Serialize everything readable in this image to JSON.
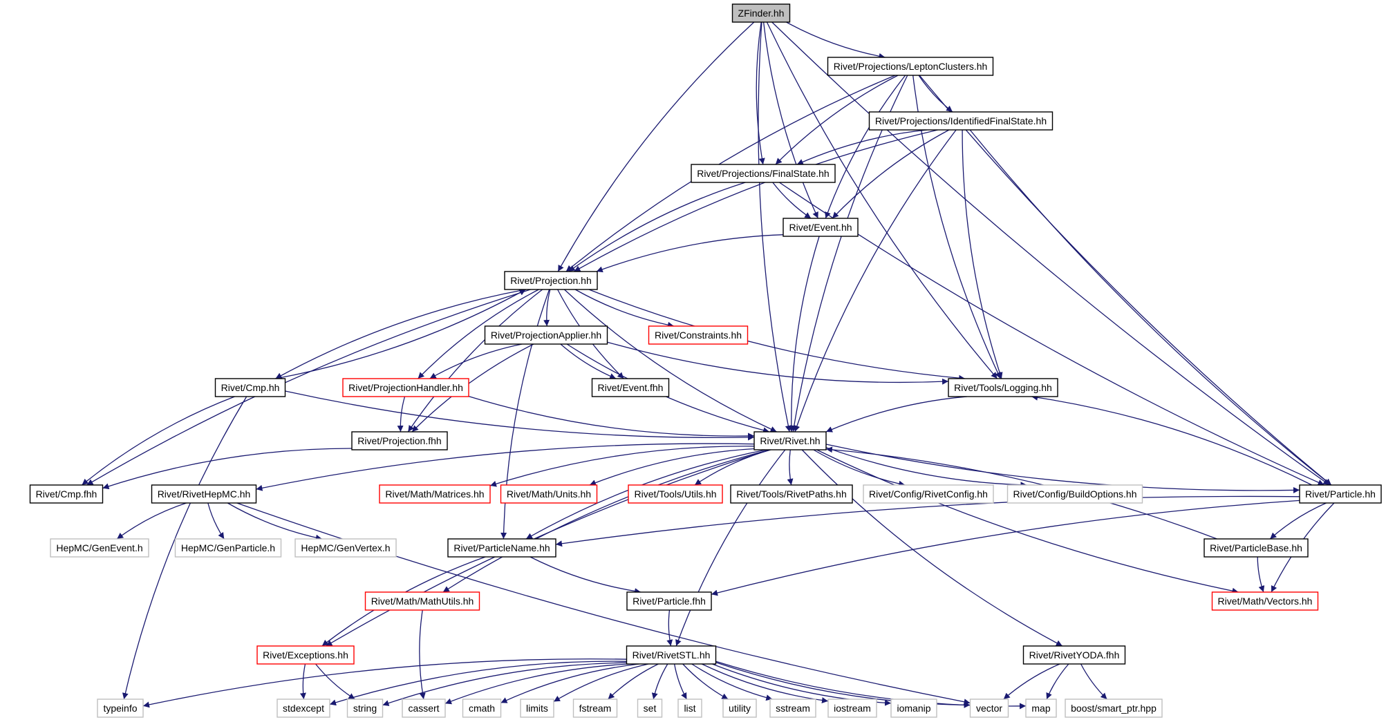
{
  "colors": {
    "edge": "#191970",
    "box_normal": "#000000",
    "box_red": "#ff0000",
    "box_gray": "#bfbfbf",
    "box_root_fill": "#bfbfbf",
    "box_fill": "#ffffff"
  },
  "nodes": [
    {
      "id": "zfinder",
      "label": "ZFinder.hh",
      "kind": "root"
    },
    {
      "id": "leptonclusters",
      "label": "Rivet/Projections/LeptonClusters.hh",
      "kind": "normal"
    },
    {
      "id": "idfs",
      "label": "Rivet/Projections/IdentifiedFinalState.hh",
      "kind": "normal"
    },
    {
      "id": "finalstate",
      "label": "Rivet/Projections/FinalState.hh",
      "kind": "normal"
    },
    {
      "id": "event",
      "label": "Rivet/Event.hh",
      "kind": "normal"
    },
    {
      "id": "projection",
      "label": "Rivet/Projection.hh",
      "kind": "normal"
    },
    {
      "id": "projapplier",
      "label": "Rivet/ProjectionApplier.hh",
      "kind": "normal"
    },
    {
      "id": "constraints",
      "label": "Rivet/Constraints.hh",
      "kind": "red"
    },
    {
      "id": "cmp",
      "label": "Rivet/Cmp.hh",
      "kind": "normal"
    },
    {
      "id": "projhandler",
      "label": "Rivet/ProjectionHandler.hh",
      "kind": "red"
    },
    {
      "id": "eventfhh",
      "label": "Rivet/Event.fhh",
      "kind": "normal"
    },
    {
      "id": "logging",
      "label": "Rivet/Tools/Logging.hh",
      "kind": "normal"
    },
    {
      "id": "projfhh",
      "label": "Rivet/Projection.fhh",
      "kind": "normal"
    },
    {
      "id": "rivet",
      "label": "Rivet/Rivet.hh",
      "kind": "normal"
    },
    {
      "id": "cmpfhh",
      "label": "Rivet/Cmp.fhh",
      "kind": "normal"
    },
    {
      "id": "rivethepmc",
      "label": "Rivet/RivetHepMC.hh",
      "kind": "normal"
    },
    {
      "id": "matrices",
      "label": "Rivet/Math/Matrices.hh",
      "kind": "red"
    },
    {
      "id": "units",
      "label": "Rivet/Math/Units.hh",
      "kind": "red"
    },
    {
      "id": "utils",
      "label": "Rivet/Tools/Utils.hh",
      "kind": "red"
    },
    {
      "id": "rivetpaths",
      "label": "Rivet/Tools/RivetPaths.hh",
      "kind": "normal"
    },
    {
      "id": "rivetconfig",
      "label": "Rivet/Config/RivetConfig.hh",
      "kind": "gray"
    },
    {
      "id": "buildoptions",
      "label": "Rivet/Config/BuildOptions.hh",
      "kind": "gray"
    },
    {
      "id": "particle",
      "label": "Rivet/Particle.hh",
      "kind": "normal"
    },
    {
      "id": "genevent",
      "label": "HepMC/GenEvent.h",
      "kind": "gray"
    },
    {
      "id": "genparticle",
      "label": "HepMC/GenParticle.h",
      "kind": "gray"
    },
    {
      "id": "genvertex",
      "label": "HepMC/GenVertex.h",
      "kind": "gray"
    },
    {
      "id": "particlename",
      "label": "Rivet/ParticleName.hh",
      "kind": "normal"
    },
    {
      "id": "particlebase",
      "label": "Rivet/ParticleBase.hh",
      "kind": "normal"
    },
    {
      "id": "mathutils",
      "label": "Rivet/Math/MathUtils.hh",
      "kind": "red"
    },
    {
      "id": "particlefhh",
      "label": "Rivet/Particle.fhh",
      "kind": "normal"
    },
    {
      "id": "vectors",
      "label": "Rivet/Math/Vectors.hh",
      "kind": "red"
    },
    {
      "id": "exceptions",
      "label": "Rivet/Exceptions.hh",
      "kind": "red"
    },
    {
      "id": "rivetstl",
      "label": "Rivet/RivetSTL.hh",
      "kind": "normal"
    },
    {
      "id": "rivetyoda",
      "label": "Rivet/RivetYODA.fhh",
      "kind": "normal"
    },
    {
      "id": "typeinfo",
      "label": "typeinfo",
      "kind": "gray"
    },
    {
      "id": "stdexcept",
      "label": "stdexcept",
      "kind": "gray"
    },
    {
      "id": "string",
      "label": "string",
      "kind": "gray"
    },
    {
      "id": "cassert",
      "label": "cassert",
      "kind": "gray"
    },
    {
      "id": "cmath",
      "label": "cmath",
      "kind": "gray"
    },
    {
      "id": "limits",
      "label": "limits",
      "kind": "gray"
    },
    {
      "id": "fstream",
      "label": "fstream",
      "kind": "gray"
    },
    {
      "id": "set",
      "label": "set",
      "kind": "gray"
    },
    {
      "id": "list",
      "label": "list",
      "kind": "gray"
    },
    {
      "id": "utility",
      "label": "utility",
      "kind": "gray"
    },
    {
      "id": "sstream",
      "label": "sstream",
      "kind": "gray"
    },
    {
      "id": "iostream",
      "label": "iostream",
      "kind": "gray"
    },
    {
      "id": "iomanip",
      "label": "iomanip",
      "kind": "gray"
    },
    {
      "id": "vector",
      "label": "vector",
      "kind": "gray"
    },
    {
      "id": "map",
      "label": "map",
      "kind": "gray"
    },
    {
      "id": "smartptr",
      "label": "boost/smart_ptr.hpp",
      "kind": "gray"
    }
  ],
  "edges": [
    [
      "zfinder",
      "projection"
    ],
    [
      "zfinder",
      "leptonclusters"
    ],
    [
      "zfinder",
      "finalstate"
    ],
    [
      "zfinder",
      "event"
    ],
    [
      "zfinder",
      "rivet"
    ],
    [
      "zfinder",
      "logging"
    ],
    [
      "zfinder",
      "particle"
    ],
    [
      "leptonclusters",
      "idfs"
    ],
    [
      "leptonclusters",
      "finalstate"
    ],
    [
      "leptonclusters",
      "event"
    ],
    [
      "leptonclusters",
      "projection"
    ],
    [
      "leptonclusters",
      "logging"
    ],
    [
      "leptonclusters",
      "rivet"
    ],
    [
      "leptonclusters",
      "particle"
    ],
    [
      "idfs",
      "finalstate"
    ],
    [
      "idfs",
      "event"
    ],
    [
      "idfs",
      "projection"
    ],
    [
      "idfs",
      "logging"
    ],
    [
      "idfs",
      "rivet"
    ],
    [
      "idfs",
      "particle"
    ],
    [
      "finalstate",
      "event"
    ],
    [
      "finalstate",
      "projection"
    ],
    [
      "finalstate",
      "particle"
    ],
    [
      "event",
      "projection"
    ],
    [
      "event",
      "rivet"
    ],
    [
      "projection",
      "projapplier"
    ],
    [
      "projection",
      "constraints"
    ],
    [
      "projection",
      "cmp"
    ],
    [
      "projection",
      "projhandler"
    ],
    [
      "projection",
      "eventfhh"
    ],
    [
      "projection",
      "logging"
    ],
    [
      "projection",
      "projfhh"
    ],
    [
      "projection",
      "rivet"
    ],
    [
      "projection",
      "cmpfhh"
    ],
    [
      "projection",
      "particlename"
    ],
    [
      "projapplier",
      "projhandler"
    ],
    [
      "projapplier",
      "eventfhh"
    ],
    [
      "projapplier",
      "logging"
    ],
    [
      "projapplier",
      "projfhh"
    ],
    [
      "projapplier",
      "rivet"
    ],
    [
      "cmp",
      "projection"
    ],
    [
      "cmp",
      "rivet"
    ],
    [
      "cmp",
      "cmpfhh"
    ],
    [
      "cmp",
      "typeinfo"
    ],
    [
      "projhandler",
      "projfhh"
    ],
    [
      "projhandler",
      "rivet"
    ],
    [
      "logging",
      "rivet"
    ],
    [
      "projfhh",
      "cmpfhh"
    ],
    [
      "rivet",
      "rivethepmc"
    ],
    [
      "rivet",
      "matrices"
    ],
    [
      "rivet",
      "units"
    ],
    [
      "rivet",
      "utils"
    ],
    [
      "rivet",
      "rivetpaths"
    ],
    [
      "rivet",
      "rivetconfig"
    ],
    [
      "rivet",
      "buildoptions"
    ],
    [
      "rivet",
      "particle"
    ],
    [
      "rivet",
      "particlename"
    ],
    [
      "rivet",
      "mathutils"
    ],
    [
      "rivet",
      "exceptions"
    ],
    [
      "rivet",
      "rivetstl"
    ],
    [
      "rivet",
      "vectors"
    ],
    [
      "rivet",
      "rivetyoda"
    ],
    [
      "rivethepmc",
      "genevent"
    ],
    [
      "rivethepmc",
      "genparticle"
    ],
    [
      "rivethepmc",
      "genvertex"
    ],
    [
      "rivethepmc",
      "vector"
    ],
    [
      "particle",
      "logging"
    ],
    [
      "particle",
      "particlename"
    ],
    [
      "particle",
      "particlebase"
    ],
    [
      "particle",
      "particlefhh"
    ],
    [
      "particle",
      "vectors"
    ],
    [
      "particlebase",
      "rivet"
    ],
    [
      "particlebase",
      "vectors"
    ],
    [
      "particlename",
      "particlefhh"
    ],
    [
      "particlename",
      "exceptions"
    ],
    [
      "particlefhh",
      "rivetstl"
    ],
    [
      "mathutils",
      "cassert"
    ],
    [
      "exceptions",
      "stdexcept"
    ],
    [
      "exceptions",
      "string"
    ],
    [
      "rivetstl",
      "typeinfo"
    ],
    [
      "rivetstl",
      "stdexcept"
    ],
    [
      "rivetstl",
      "string"
    ],
    [
      "rivetstl",
      "cassert"
    ],
    [
      "rivetstl",
      "cmath"
    ],
    [
      "rivetstl",
      "limits"
    ],
    [
      "rivetstl",
      "fstream"
    ],
    [
      "rivetstl",
      "set"
    ],
    [
      "rivetstl",
      "list"
    ],
    [
      "rivetstl",
      "utility"
    ],
    [
      "rivetstl",
      "sstream"
    ],
    [
      "rivetstl",
      "iostream"
    ],
    [
      "rivetstl",
      "iomanip"
    ],
    [
      "rivetstl",
      "vector"
    ],
    [
      "rivetstl",
      "map"
    ],
    [
      "rivetyoda",
      "vector"
    ],
    [
      "rivetyoda",
      "map"
    ],
    [
      "rivetyoda",
      "smartptr"
    ]
  ]
}
